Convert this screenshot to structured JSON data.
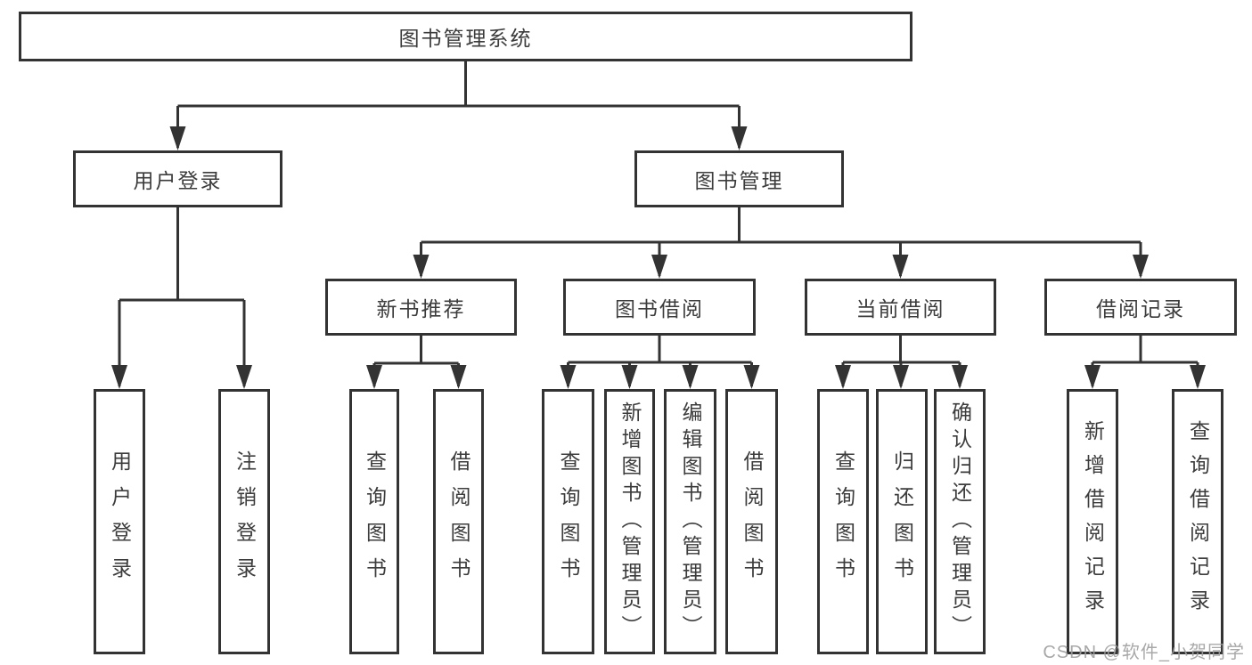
{
  "diagram_type": "hierarchy-tree",
  "colors": {
    "line": "#333333",
    "box_border": "#333333",
    "text": "#3c3c3c",
    "background": "#ffffff",
    "watermark": "#9e9e9e"
  },
  "tree": {
    "root": "图书管理系统",
    "branches": [
      {
        "label": "用户登录",
        "children": [
          "用户登录",
          "注销登录"
        ]
      },
      {
        "label": "图书管理",
        "sections": [
          {
            "label": "新书推荐",
            "children": [
              "查询图书",
              "借阅图书"
            ]
          },
          {
            "label": "图书借阅",
            "children": [
              "查询图书",
              "新增图书（管理员）",
              "编辑图书（管理员）",
              "借阅图书"
            ]
          },
          {
            "label": "当前借阅",
            "children": [
              "查询图书",
              "归还图书",
              "确认归还（管理员）"
            ]
          },
          {
            "label": "借阅记录",
            "children": [
              "新增借阅记录",
              "查询借阅记录"
            ]
          }
        ]
      }
    ]
  },
  "watermark": "CSDN @软件_小贺同学"
}
